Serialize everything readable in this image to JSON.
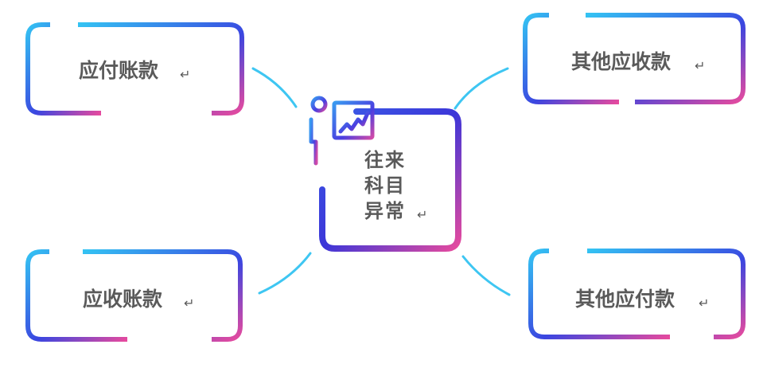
{
  "center": {
    "line1": "往来",
    "line2": "科目",
    "line3": "异常"
  },
  "nodes": {
    "top_left": "应付账款",
    "bottom_left": "应收账款",
    "top_right": "其他应收款",
    "bottom_right": "其他应付款"
  },
  "return_mark": "↵",
  "icon": "presenter-chart-icon",
  "colors": {
    "gradient_start": "#34c3f3",
    "gradient_mid": "#3a46e0",
    "gradient_end": "#e64a9e",
    "connector": "#3ec6f2",
    "text": "#5a5a5a"
  }
}
